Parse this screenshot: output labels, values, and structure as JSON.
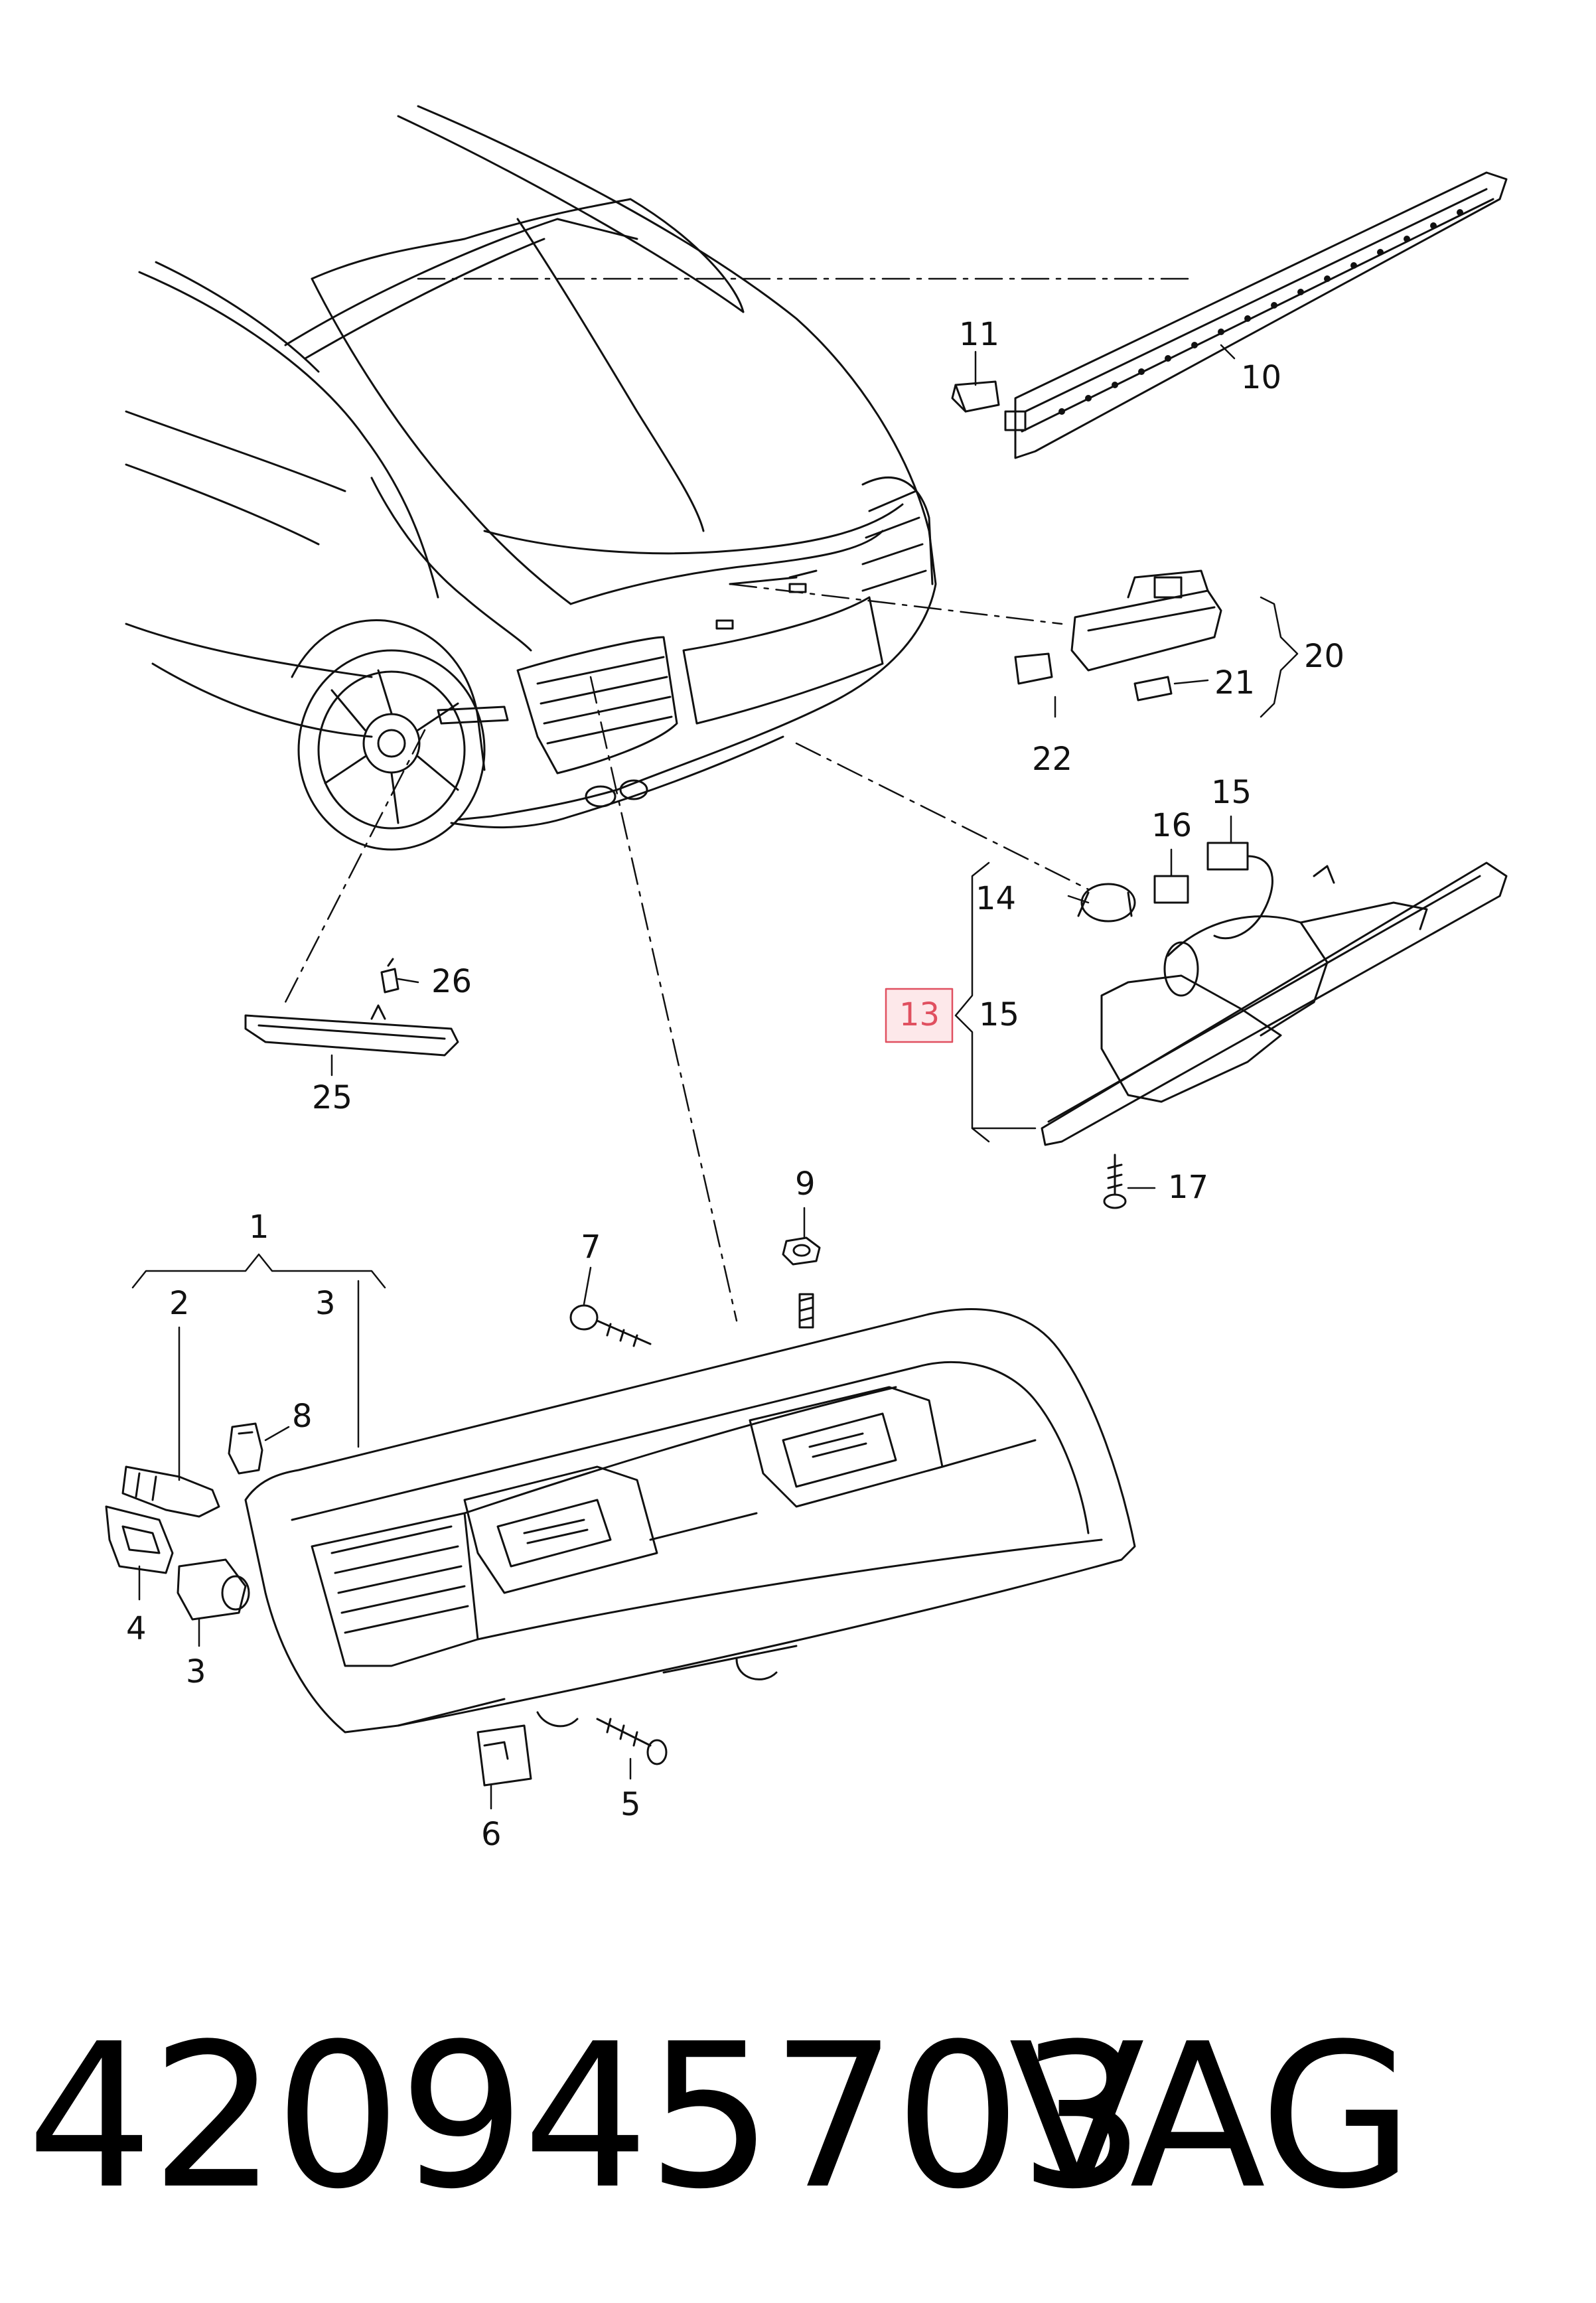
{
  "diagram": {
    "callouts": {
      "c1": "1",
      "c2": "2",
      "c3": "3",
      "c3b": "3",
      "c4": "4",
      "c5": "5",
      "c6": "6",
      "c7": "7",
      "c8": "8",
      "c9": "9",
      "c10": "10",
      "c11": "11",
      "c13": "13",
      "c14": "14",
      "c15a": "15",
      "c15b": "15",
      "c16": "16",
      "c17": "17",
      "c20": "20",
      "c21": "21",
      "c22": "22",
      "c25": "25",
      "c26": "26"
    },
    "highlight_color": "#e05060"
  },
  "footer": {
    "part_number": "420945703",
    "brand": "VAG"
  }
}
